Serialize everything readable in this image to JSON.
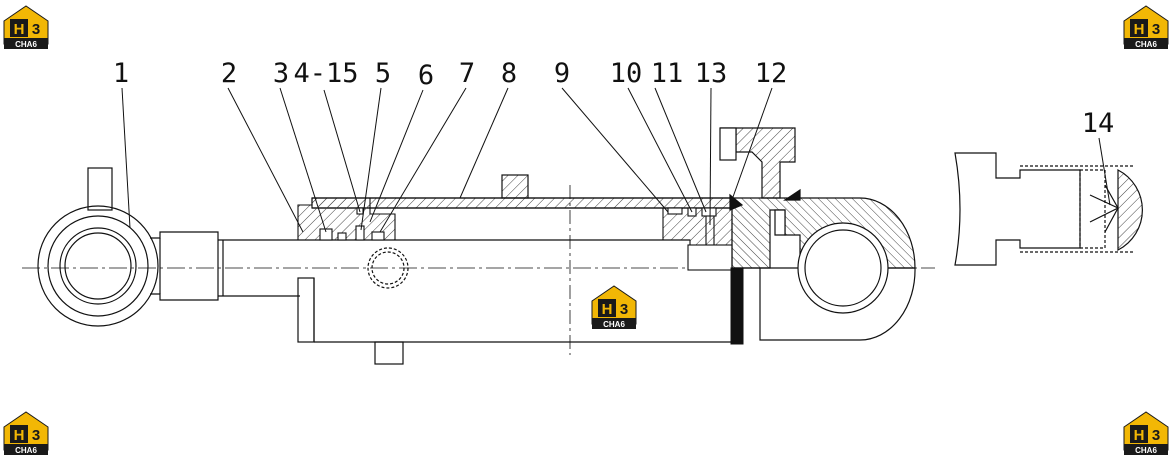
{
  "colors": {
    "line": "#111111",
    "hatch": "#444444",
    "logo_gold": "#f2b705",
    "logo_dark": "#1a1a1a"
  },
  "logo": {
    "mark": "H3",
    "word": "CHA6",
    "icon": "h3-cha6-logo-icon"
  },
  "callouts": [
    {
      "id": "1",
      "label": "1"
    },
    {
      "id": "2",
      "label": "2"
    },
    {
      "id": "3",
      "label": "3"
    },
    {
      "id": "4-15",
      "label": "4-15"
    },
    {
      "id": "5",
      "label": "5"
    },
    {
      "id": "6",
      "label": "6"
    },
    {
      "id": "7",
      "label": "7"
    },
    {
      "id": "8",
      "label": "8"
    },
    {
      "id": "9",
      "label": "9"
    },
    {
      "id": "10",
      "label": "10"
    },
    {
      "id": "11",
      "label": "11"
    },
    {
      "id": "13",
      "label": "13"
    },
    {
      "id": "12",
      "label": "12"
    },
    {
      "id": "14",
      "label": "14"
    }
  ]
}
